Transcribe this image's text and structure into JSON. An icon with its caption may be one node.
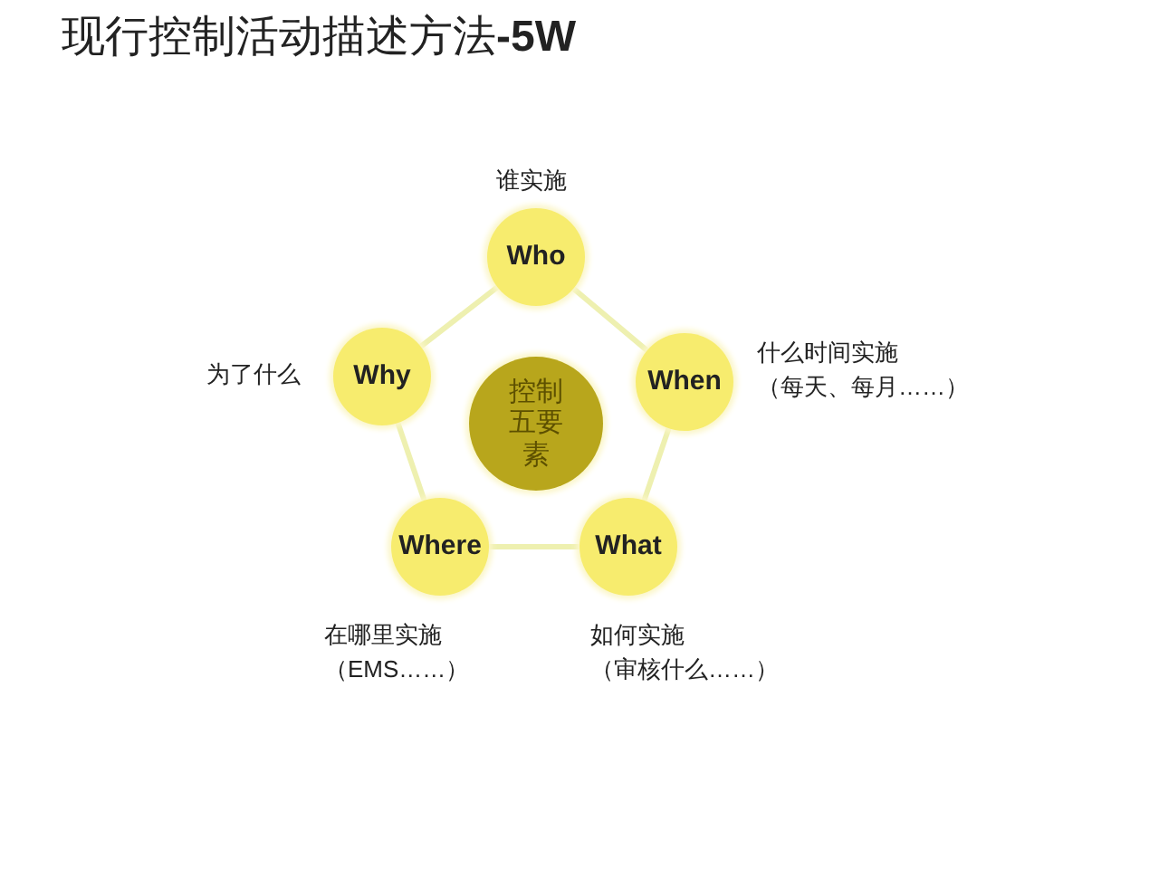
{
  "diagram": {
    "title": "现行控制活动描述方法**-5W**",
    "nodes": [
      {
        "text": [
          "Who"
        ],
        "beside": [
          "谁实施"
        ]
      },
      {
        "text": [
          "Why"
        ],
        "beside": [
          "为了什么"
        ]
      },
      {
        "text": [
          "When"
        ],
        "beside": [
          "什么时间实施",
          "（每天、每月……）"
        ]
      },
      {
        "text": [
          "控制五要素"
        ]
      },
      {
        "text": [
          "Where"
        ],
        "beside": [
          "在哪里实施",
          "（EMS……）"
        ]
      },
      {
        "text": [
          "What"
        ],
        "beside": [
          "如何实施",
          "（审核什么……）"
        ]
      }
    ],
    "edges": [
      {
        "from": 0,
        "to": 2,
        "arrow": "none"
      },
      {
        "from": 2,
        "to": 5,
        "arrow": "none"
      },
      {
        "from": 5,
        "to": 4,
        "arrow": "none"
      },
      {
        "from": 4,
        "to": 1,
        "arrow": "none"
      },
      {
        "from": 1,
        "to": 0,
        "arrow": "none"
      }
    ]
  }
}
